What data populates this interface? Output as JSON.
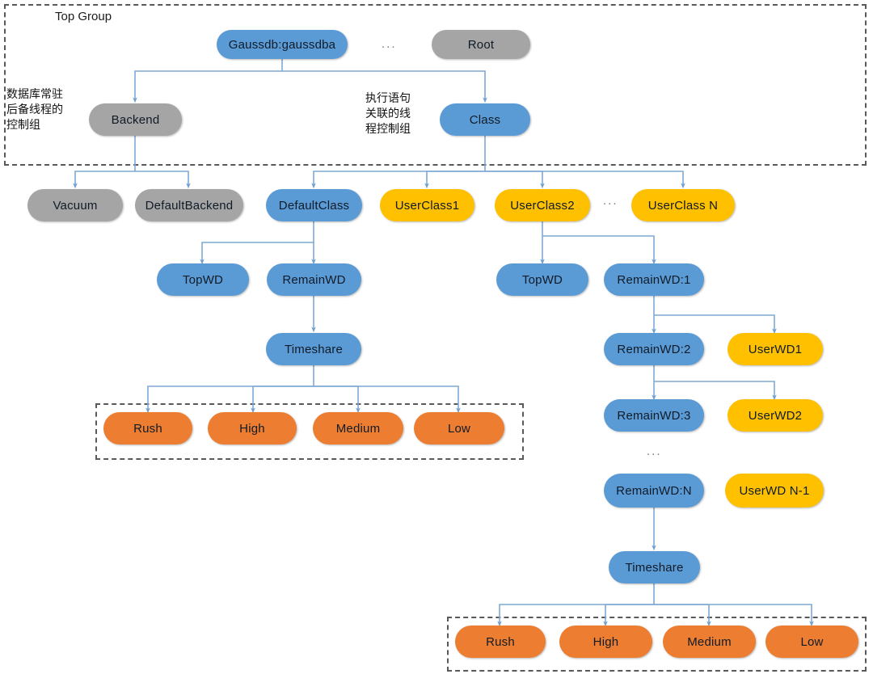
{
  "diagram": {
    "title": "Top Group",
    "colors": {
      "blue": "#5B9BD5",
      "gray": "#A5A5A5",
      "yellow": "#FFC000",
      "orange": "#ED7D31",
      "connector": "#7FA9D4",
      "dashed_border": "#595959"
    },
    "groups": [
      {
        "id": "top-group",
        "label": "Top Group"
      },
      {
        "id": "left-priority-group",
        "label": ""
      },
      {
        "id": "right-priority-group",
        "label": ""
      }
    ],
    "annotations": [
      {
        "id": "backend-annotation",
        "lines": [
          "数据库常驻",
          "后备线程的",
          "控制组"
        ]
      },
      {
        "id": "class-annotation",
        "lines": [
          "执行语句",
          "关联的线",
          "程控制组"
        ]
      }
    ],
    "ellipses": [
      "...",
      "...",
      "...",
      "..."
    ],
    "nodes": {
      "gaussdb": "Gaussdb:gaussdba",
      "root": "Root",
      "backend": "Backend",
      "class": "Class",
      "vacuum": "Vacuum",
      "default_backend": "DefaultBackend",
      "default_class": "DefaultClass",
      "user_class_1": "UserClass1",
      "user_class_2": "UserClass2",
      "user_class_n": "UserClass N",
      "left_top_wd": "TopWD",
      "left_remain_wd": "RemainWD",
      "left_timeshare": "Timeshare",
      "left_rush": "Rush",
      "left_high": "High",
      "left_medium": "Medium",
      "left_low": "Low",
      "right_top_wd": "TopWD",
      "remain_wd_1": "RemainWD:1",
      "remain_wd_2": "RemainWD:2",
      "remain_wd_3": "RemainWD:3",
      "remain_wd_n": "RemainWD:N",
      "user_wd_1": "UserWD1",
      "user_wd_2": "UserWD2",
      "user_wd_n1": "UserWD N-1",
      "right_timeshare": "Timeshare",
      "right_rush": "Rush",
      "right_high": "High",
      "right_medium": "Medium",
      "right_low": "Low"
    }
  },
  "chart_data": {
    "type": "tree",
    "title": "GaussDB cgroup hierarchy (Top Group)",
    "edges": [
      [
        "gaussdb",
        "backend"
      ],
      [
        "gaussdb",
        "class"
      ],
      [
        "backend",
        "vacuum"
      ],
      [
        "backend",
        "default_backend"
      ],
      [
        "class",
        "default_class"
      ],
      [
        "class",
        "user_class_1"
      ],
      [
        "class",
        "user_class_2"
      ],
      [
        "class",
        "user_class_n"
      ],
      [
        "default_class",
        "left_top_wd"
      ],
      [
        "default_class",
        "left_remain_wd"
      ],
      [
        "left_remain_wd",
        "left_timeshare"
      ],
      [
        "left_timeshare",
        "left_rush"
      ],
      [
        "left_timeshare",
        "left_high"
      ],
      [
        "left_timeshare",
        "left_medium"
      ],
      [
        "left_timeshare",
        "left_low"
      ],
      [
        "user_class_2",
        "right_top_wd"
      ],
      [
        "user_class_2",
        "remain_wd_1"
      ],
      [
        "remain_wd_1",
        "remain_wd_2"
      ],
      [
        "remain_wd_1",
        "user_wd_1"
      ],
      [
        "remain_wd_2",
        "remain_wd_3"
      ],
      [
        "remain_wd_2",
        "user_wd_2"
      ],
      [
        "remain_wd_n",
        "right_timeshare"
      ],
      [
        "right_timeshare",
        "right_rush"
      ],
      [
        "right_timeshare",
        "right_high"
      ],
      [
        "right_timeshare",
        "right_medium"
      ],
      [
        "right_timeshare",
        "right_low"
      ]
    ]
  }
}
